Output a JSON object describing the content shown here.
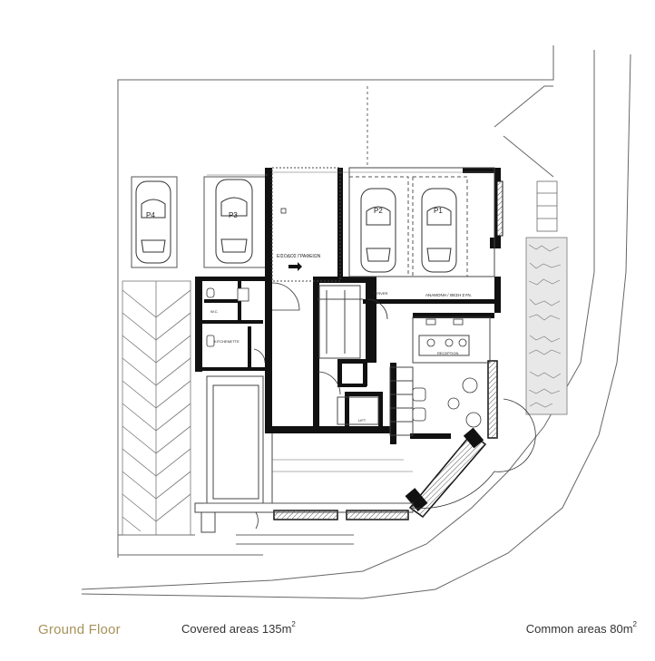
{
  "caption": {
    "title": "Ground Floor",
    "covered_label": "Covered areas 135m",
    "common_label": "Common areas 80m",
    "area_unit_sup": "2"
  },
  "plan": {
    "parking_spots": [
      "P4",
      "P3",
      "P2",
      "P1"
    ],
    "room_labels": {
      "entrance": "ΕΙΣΟΔΟΣ ΓΡΑΦΕΙΩΝ",
      "waiting": "ΑΝΑΜΟΝΗ / ΘΕΣΗ ΣΥΝ.",
      "reception": "RECEPTION",
      "server": "SERVER",
      "kitchenette": "KITCHENETTE",
      "wc": "W.C.",
      "lift": "LIFT"
    }
  },
  "colors": {
    "title": "#a89259",
    "wall": "#111111",
    "line": "#555555"
  }
}
